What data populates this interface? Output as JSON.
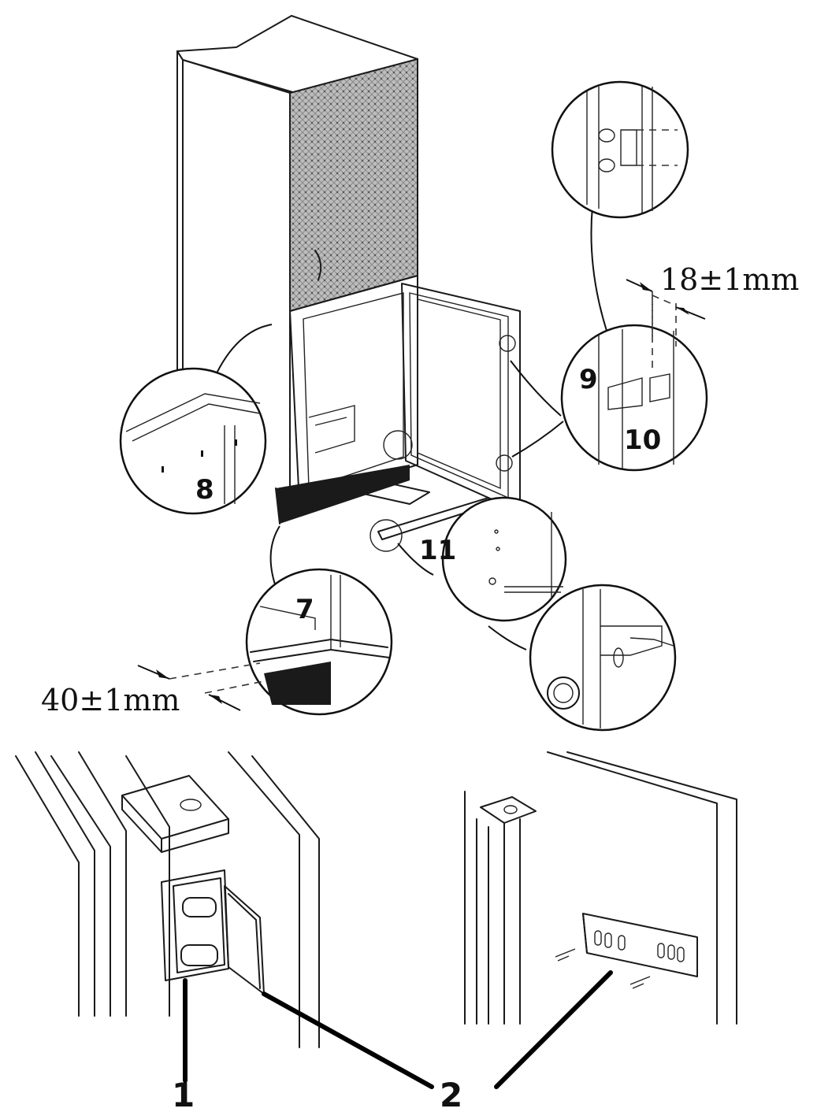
{
  "figure": {
    "labels": {
      "part_1": "1",
      "part_2": "2",
      "part_7": "7",
      "part_8": "8",
      "part_9": "9",
      "part_10": "10",
      "part_11": "11"
    },
    "dimensions": {
      "door_gap": "18±1mm",
      "bottom_gap": "40±1mm"
    }
  }
}
